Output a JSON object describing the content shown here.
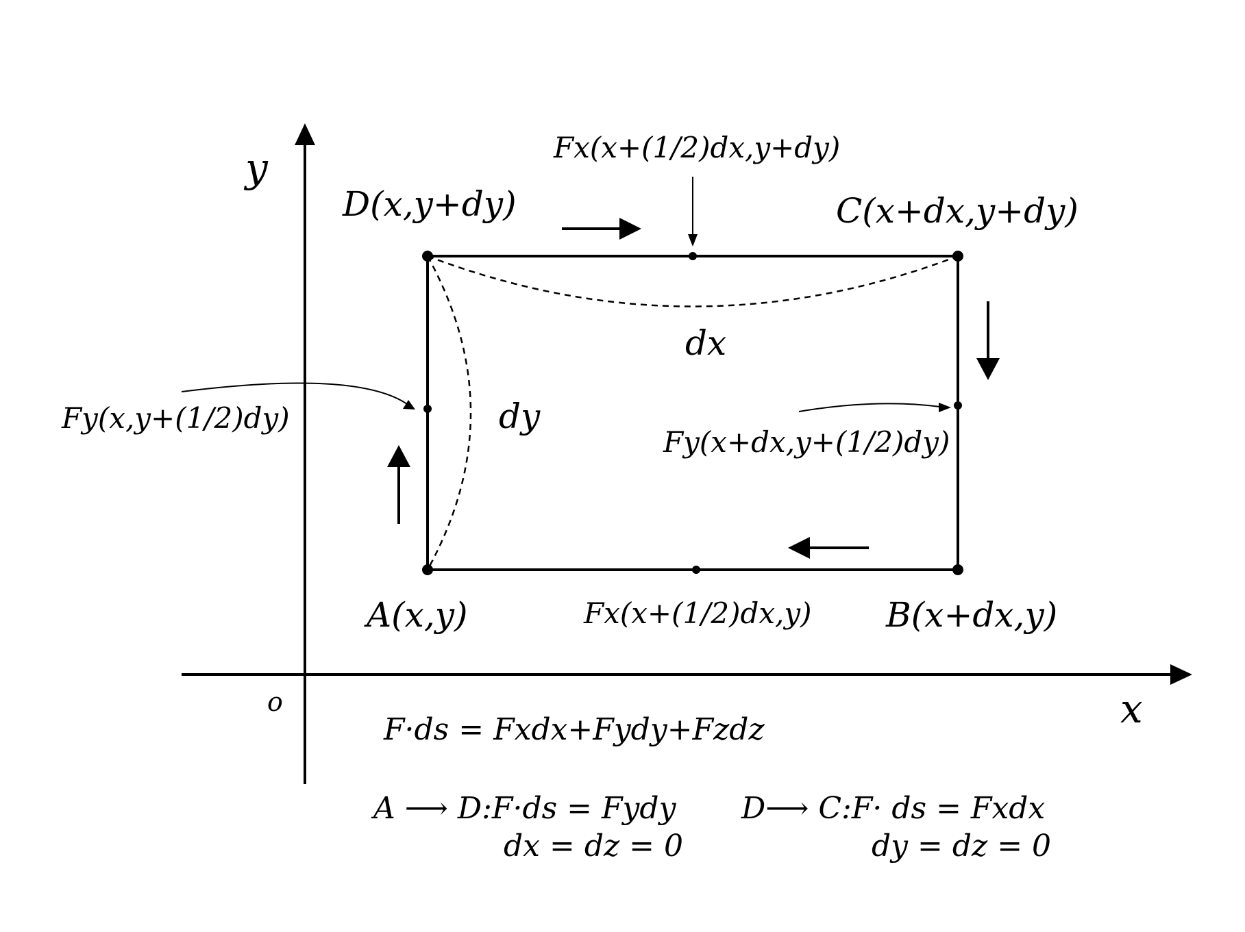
{
  "axes": {
    "x_label": "x",
    "y_label": "y",
    "origin_label": "o"
  },
  "points": {
    "A": "A(x,y)",
    "B": "B(x+dx,y)",
    "C": "C(x+dx,y+dy)",
    "D": "D(x,y+dy)"
  },
  "forces": {
    "top": "Fx(x+(1/2)dx,y+dy)",
    "bottom": "Fx(x+(1/2)dx,y)",
    "left": "Fy(x,y+(1/2)dy)",
    "right": "Fy(x+dx,y+(1/2)dy)"
  },
  "sides": {
    "dx": "dx",
    "dy": "dy"
  },
  "equations": {
    "main": "F·ds = Fxdx+Fydy+Fzdz",
    "ad_path": "A ⟶ D:F·ds = Fydy",
    "ad_cond": "dx = dz = 0",
    "dc_path": "D⟶ C:F· ds = Fxdx",
    "dc_cond": "dy = dz = 0"
  },
  "colors": {
    "ink": "#000000",
    "background": "#ffffff"
  }
}
